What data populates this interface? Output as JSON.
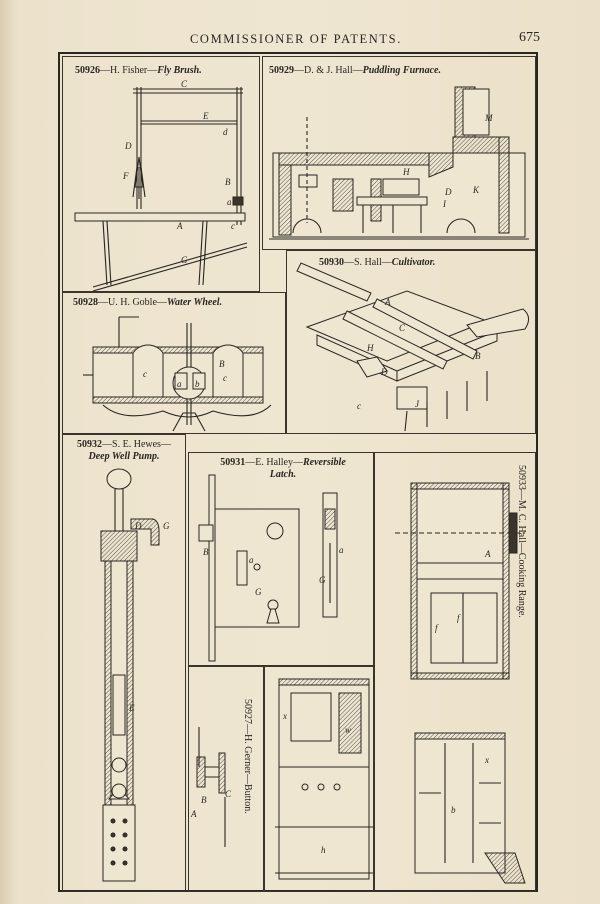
{
  "header": {
    "title": "COMMISSIONER OF PATENTS.",
    "page_number": "675"
  },
  "patents": [
    {
      "number": "50926",
      "inventor": "H. Fisher",
      "title": "Fly Brush."
    },
    {
      "number": "50929",
      "inventor": "D. & J. Hall",
      "title": "Puddling Furnace."
    },
    {
      "number": "50930",
      "inventor": "S. Hall",
      "title": "Cultivator."
    },
    {
      "number": "50928",
      "inventor": "U. H. Goble",
      "title": "Water Wheel."
    },
    {
      "number": "50932",
      "inventor": "S. E. Hewes",
      "title": "Deep Well Pump."
    },
    {
      "number": "50931",
      "inventor": "E. Halley",
      "title": "Reversible Latch."
    },
    {
      "number": "50933",
      "inventor": "M. C. Hall",
      "title": "Cooking Range."
    },
    {
      "number": "50927",
      "inventor": "H. Gerner",
      "title": "Button."
    }
  ]
}
